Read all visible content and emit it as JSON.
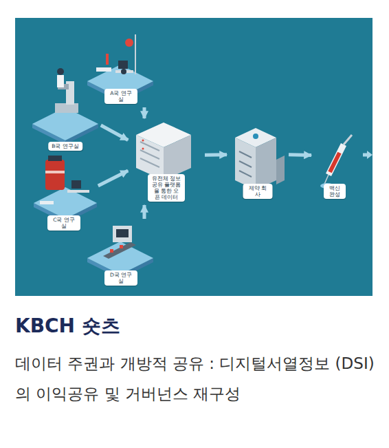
{
  "diagram": {
    "title": "KBCH 숏츠",
    "caption": "데이터 주권과 개방적 공유 : 디지털서열정보 (DSI)의 이익공유 및 거버넌스 재구성",
    "nodes": [
      {
        "text": [
          "A국 연구실"
        ]
      },
      {
        "text": [
          "B국 연구실"
        ]
      },
      {
        "text": [
          "C국 연구실"
        ]
      },
      {
        "text": [
          "D국 연구실"
        ]
      },
      {
        "text": [
          "유전체 정보 공유 플랫폼을 통한 오픈 데이터"
        ]
      },
      {
        "text": [
          "제약 회사"
        ]
      },
      {
        "text": [
          "백신 완성"
        ]
      }
    ],
    "edges": [
      {
        "from": 0,
        "to": 4,
        "arrow": "to"
      },
      {
        "from": 1,
        "to": 4,
        "arrow": "to"
      },
      {
        "from": 2,
        "to": 4,
        "arrow": "to"
      },
      {
        "from": 3,
        "to": 4,
        "arrow": "to"
      },
      {
        "from": 4,
        "to": 5,
        "arrow": "to"
      },
      {
        "from": 5,
        "to": 6,
        "arrow": "to"
      }
    ]
  }
}
